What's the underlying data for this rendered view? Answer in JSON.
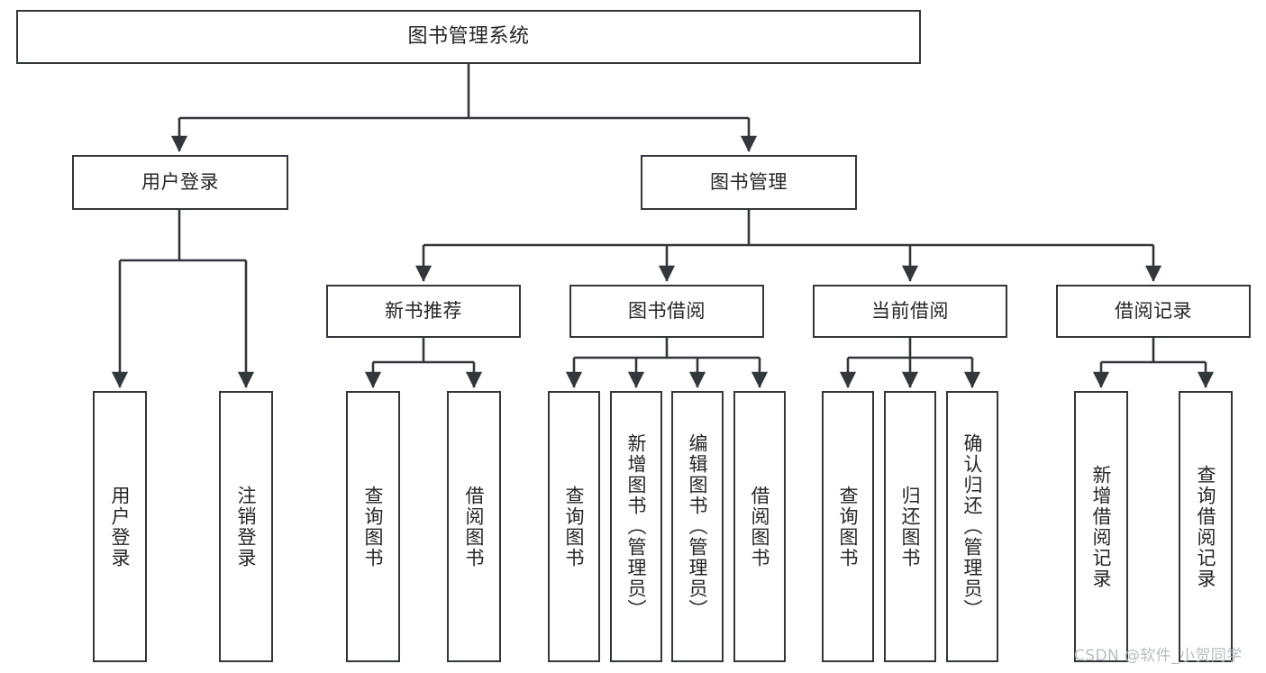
{
  "diagram": {
    "title": "图书管理系统",
    "type": "tree",
    "style": {
      "box_border_color": "#33363b",
      "box_fill_color": "#ffffff",
      "line_color": "#33363b",
      "text_color": "#262626",
      "background": "#ffffff"
    }
  },
  "nodes": {
    "root": {
      "label": "图书管理系统"
    },
    "level2": [
      {
        "label": "用户登录"
      },
      {
        "label": "图书管理"
      }
    ],
    "level3": [
      {
        "label": "新书推荐"
      },
      {
        "label": "图书借阅"
      },
      {
        "label": "当前借阅"
      },
      {
        "label": "借阅记录"
      }
    ],
    "login_children": [
      {
        "label": "用户登录"
      },
      {
        "label": "注销登录"
      }
    ],
    "recommend_children": [
      {
        "label": "查询图书"
      },
      {
        "label": "借阅图书"
      }
    ],
    "borrow_children": [
      {
        "label": "查询图书"
      },
      {
        "label": "新增图书（管理员）"
      },
      {
        "label": "编辑图书（管理员）"
      },
      {
        "label": "借阅图书"
      }
    ],
    "current_children": [
      {
        "label": "查询图书"
      },
      {
        "label": "归还图书"
      },
      {
        "label": "确认归还（管理员）"
      }
    ],
    "record_children": [
      {
        "label": "新增借阅记录"
      },
      {
        "label": "查询借阅记录"
      }
    ]
  },
  "watermark": {
    "text": "CSDN @软件_小贺同学"
  }
}
